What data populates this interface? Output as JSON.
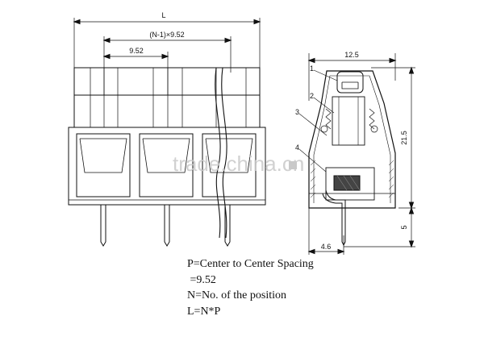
{
  "dimensions": {
    "overall_length": "L",
    "pitch_span": "(N-1)×9.52",
    "pitch": "9.52",
    "width": "12.5",
    "height": "21.5",
    "pin_length": "5",
    "pin_offset": "4.6"
  },
  "callouts": [
    "1",
    "2",
    "3",
    "4"
  ],
  "watermark": "trade.china.cn",
  "notes": [
    "P=Center to Center Spacing",
    " =9.52",
    "N=No. of the position",
    "L=N*P"
  ]
}
